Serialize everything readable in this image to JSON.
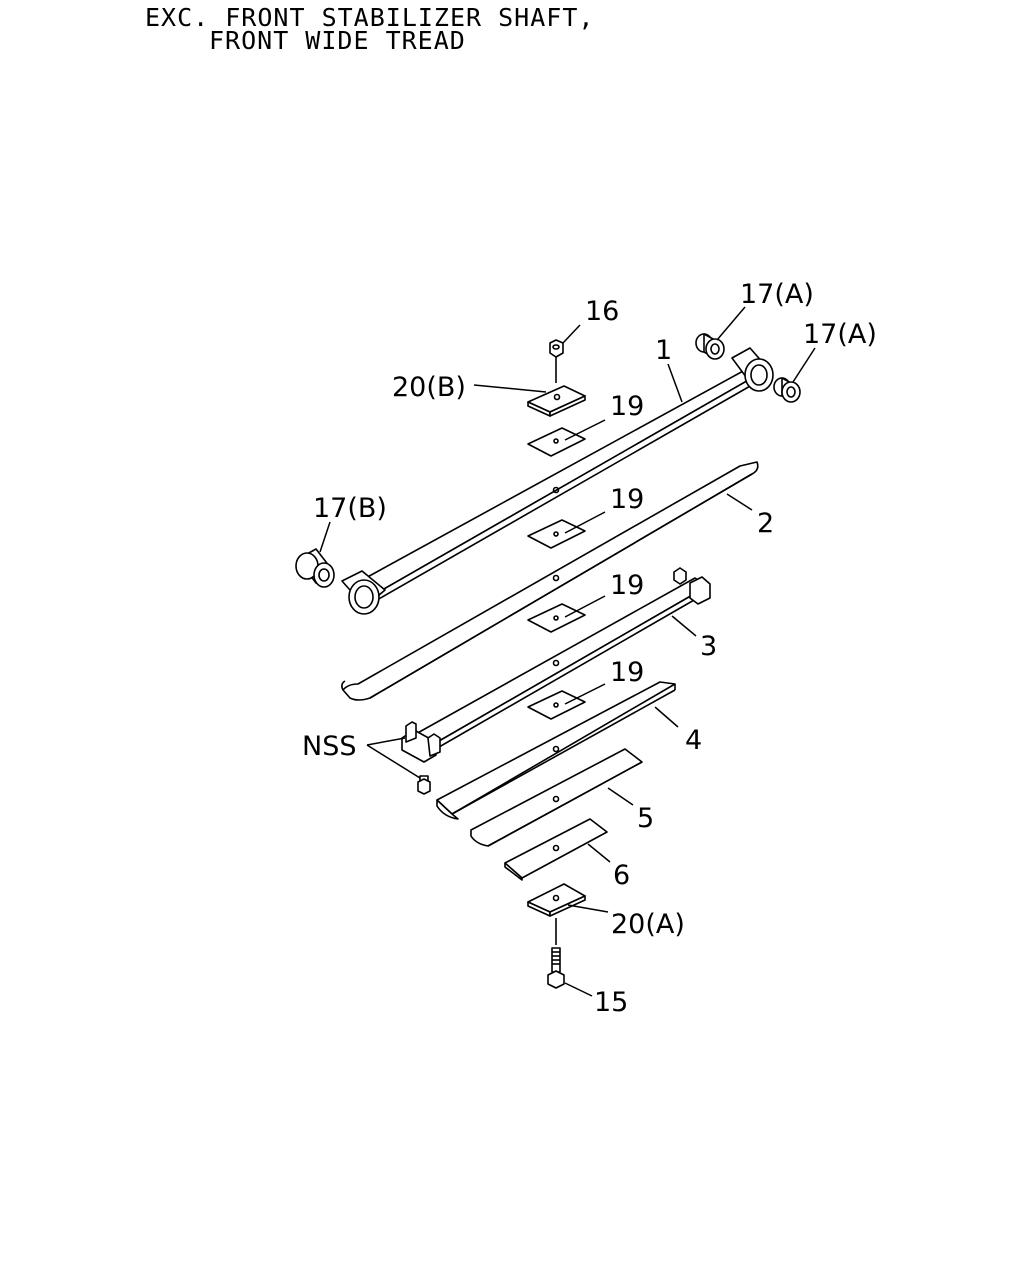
{
  "header": {
    "line1": "EXC. FRONT STABILIZER SHAFT,",
    "line2": "FRONT WIDE TREAD"
  },
  "callouts": {
    "c16": "16",
    "c17a_1": "17(A)",
    "c17a_2": "17(A)",
    "c1": "1",
    "c20b": "20(B)",
    "c19_1": "19",
    "c19_2": "19",
    "c19_3": "19",
    "c19_4": "19",
    "c17b": "17(B)",
    "c2": "2",
    "c3": "3",
    "c4": "4",
    "c5": "5",
    "c6": "6",
    "cnss": "NSS",
    "c20a": "20(A)",
    "c15": "15"
  }
}
